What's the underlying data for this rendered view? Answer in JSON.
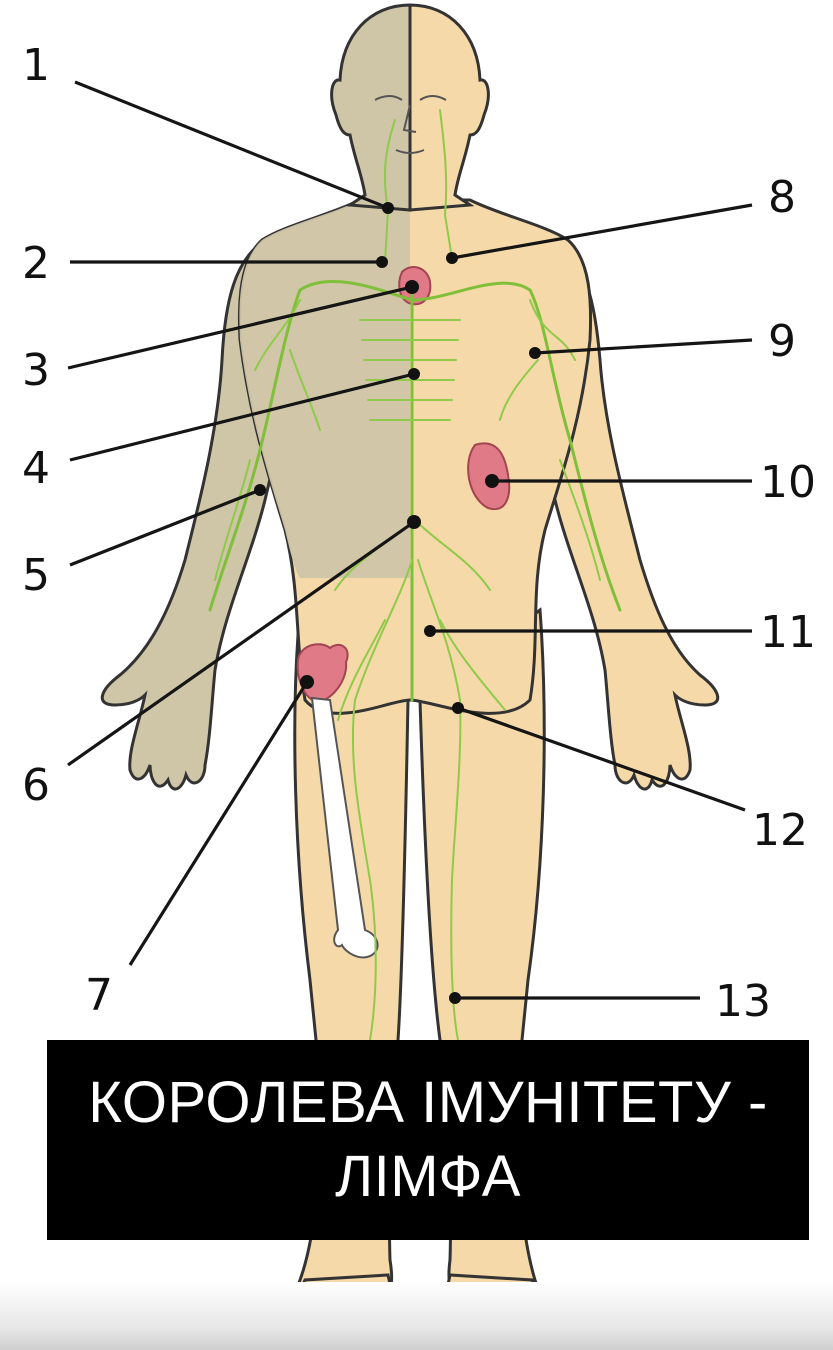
{
  "labels": [
    "1",
    "2",
    "3",
    "4",
    "5",
    "6",
    "7",
    "8",
    "9",
    "10",
    "11",
    "12",
    "13"
  ],
  "banner": {
    "line1": "КОРОЛЕВА ІМУНІТЕТУ -",
    "line2": "ЛІМФА"
  },
  "colors": {
    "skin": "#f6d9a8",
    "shadow_half": "#cfc5a7",
    "vessels": "#7fbf3a",
    "organs": "#e07a86",
    "bone": "#ffffff",
    "banner_bg": "#000000",
    "banner_text": "#ffffff"
  }
}
